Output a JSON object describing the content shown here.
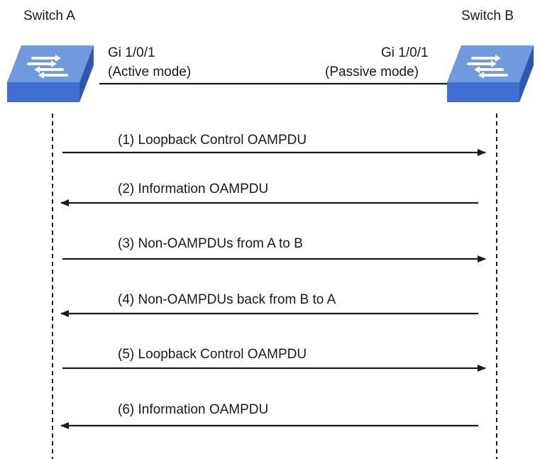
{
  "switch_a": {
    "name": "Switch A",
    "port": "Gi 1/0/1",
    "mode": "(Active mode)"
  },
  "switch_b": {
    "name": "Switch B",
    "port": "Gi 1/0/1",
    "mode": "(Passive mode)"
  },
  "messages": [
    {
      "label": "(1) Loopback Control OAMPDU",
      "direction": "A-to-B"
    },
    {
      "label": "(2) Information OAMPDU",
      "direction": "B-to-A"
    },
    {
      "label": "(3) Non-OAMPDUs from A to B",
      "direction": "A-to-B"
    },
    {
      "label": "(4) Non-OAMPDUs back from B to A",
      "direction": "B-to-A"
    },
    {
      "label": "(5) Loopback Control OAMPDU",
      "direction": "A-to-B"
    },
    {
      "label": "(6) Information OAMPDU",
      "direction": "B-to-A"
    }
  ],
  "colors": {
    "switch_top": "#6f9ae0",
    "switch_front": "#3f6fd0",
    "switch_side": "#2f57b0",
    "line": "#1a1a1a"
  }
}
